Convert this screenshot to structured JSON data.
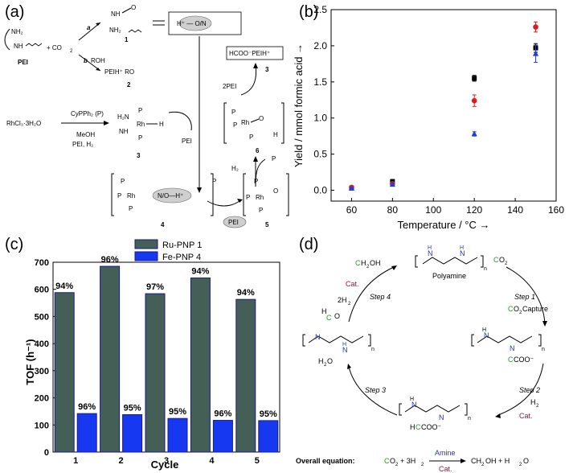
{
  "panels": {
    "a": "(a)",
    "b": "(b)",
    "c": "(c)",
    "d": "(d)"
  },
  "scheme_a": {
    "pei": "PEI",
    "co2": "+ CO",
    "co2_sub": "2",
    "arrow_a": "a",
    "arrow_b": "b",
    "roh": "ROH",
    "c1": "1",
    "c2": "2",
    "c3": "3",
    "c4": "4",
    "c5": "5",
    "c6": "6",
    "peih_roc": "PEIH⁺ RO",
    "ion_pair": "H⁺ — O/N",
    "rhcl": "RhCl₃·3H₂O",
    "cypph": "CyPPh₂ (P)",
    "meoh": "MeOH",
    "pei_h2": "PEI, H₂",
    "formate": "HCOO⁻PEIH⁺",
    "two_pei": "2PEI",
    "h2": "H₂",
    "p": "P",
    "rh": "Rh",
    "h": "H",
    "o": "O",
    "nh": "NH",
    "h2n": "H₂N",
    "nh2": "NH₂",
    "n_o_h": "N/O—H⁺",
    "pei_bubble": "PEI",
    "pei_out": "PEI"
  },
  "chart_b": {
    "type": "scatter",
    "xlabel": "Temperature / °C →",
    "ylabel": "Yield / mmol formic acid →",
    "xlim": [
      50,
      160
    ],
    "ylim": [
      -0.15,
      2.5
    ],
    "xticks": [
      "60",
      "80",
      "100",
      "120",
      "140",
      "160"
    ],
    "yticks": [
      "0.0",
      "0.5",
      "1.0",
      "1.5",
      "2.0",
      "2.5"
    ],
    "colors": {
      "black": "#000000",
      "red": "#e11b1b",
      "blue": "#1f3fd6"
    },
    "series": [
      {
        "marker": "square",
        "color": "#000000",
        "x": [
          60,
          80,
          120,
          150
        ],
        "y": [
          0.03,
          0.12,
          1.55,
          1.97
        ],
        "err": [
          0.02,
          0.03,
          0.04,
          0.06
        ]
      },
      {
        "marker": "circle",
        "color": "#e11b1b",
        "x": [
          60,
          80,
          120,
          150
        ],
        "y": [
          0.04,
          0.09,
          1.24,
          2.26
        ],
        "err": [
          0.02,
          0.02,
          0.08,
          0.07
        ]
      },
      {
        "marker": "triangle",
        "color": "#1f3fd6",
        "x": [
          60,
          80,
          120,
          150
        ],
        "y": [
          0.03,
          0.08,
          0.78,
          1.89
        ],
        "err": [
          0.01,
          0.02,
          0.03,
          0.12
        ]
      }
    ]
  },
  "chart_data": {
    "type": "bar",
    "xlabel": "Cycle",
    "ylabel": "TOF (h⁻¹)",
    "ylim": [
      0,
      700
    ],
    "categories": [
      "1",
      "2",
      "3",
      "4",
      "5"
    ],
    "yticks": [
      "0",
      "100",
      "200",
      "300",
      "400",
      "500",
      "600",
      "700"
    ],
    "legend_position": "top",
    "series": [
      {
        "name": "Ru-PNP 1",
        "color": "#445f56",
        "values": [
          588,
          685,
          584,
          642,
          563
        ],
        "labels": [
          "94%",
          "96%",
          "97%",
          "94%",
          "94%"
        ]
      },
      {
        "name": "Fe-PNP 4",
        "color": "#1638f0",
        "values": [
          142,
          138,
          124,
          117,
          116
        ],
        "labels": [
          "96%",
          "95%",
          "95%",
          "96%",
          "95%"
        ]
      }
    ]
  },
  "scheme_d": {
    "polyamine": "Polyamine",
    "step1": "Step 1",
    "step2": "Step 2",
    "step3": "Step 3",
    "step4": "Step 4",
    "co2": "CO",
    "co2_capture": "CO",
    "co2_capture_tail": " Capture",
    "two": "2",
    "h2_right": "H",
    "h2_left": "2H",
    "cat": "Cat.",
    "ch3oh": "CH",
    "ch3oh_tail": "OH",
    "h2o": "H",
    "h2o_tail": "O",
    "coo": "COO⁻",
    "hcoo": "HCOO⁻",
    "n": "n",
    "h": "H",
    "nh": "N",
    "nh2": "N",
    "c_atom": "C",
    "o_atom": "O",
    "overall_label": "Overall equation:",
    "overall_lhs_c": "C",
    "overall_lhs_o": "O",
    "overall_plus": "+ 3H",
    "amine": "Amine",
    "overall_rhs": "CH",
    "overall_rhs_tail": "OH + H",
    "overall_rhs_o": "O",
    "colors": {
      "green": "#1e9a2e",
      "blue": "#2431c9",
      "maroon": "#8b1a3a"
    }
  }
}
